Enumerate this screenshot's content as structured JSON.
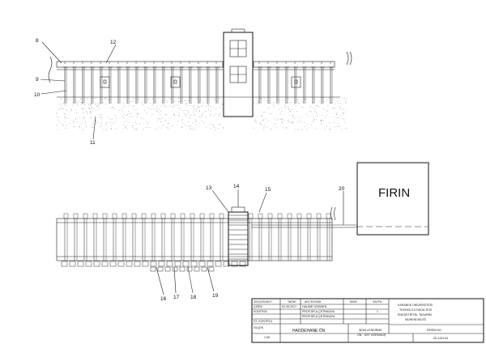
{
  "callouts": {
    "c8": "8",
    "c12": "12",
    "c9": "9",
    "c10": "10",
    "c11": "11",
    "c13": "13",
    "c14": "14",
    "c15": "15",
    "c20": "20",
    "c16": "16",
    "c17": "17",
    "c18": "18",
    "c19": "19"
  },
  "furnace_label": "FIRIN",
  "title_block": {
    "row_labels": [
      "ÇİZEN",
      "KONTROL",
      "ST. KONTROL",
      "ÖLÇEK"
    ],
    "date_header": "20/12/2016/17",
    "col_headers": [
      "TARİH",
      "ADI SOYADI",
      "İMZA"
    ],
    "dates": [
      "02.05.2017"
    ],
    "names": [
      "HALİME GÖKMEN",
      "PROF.DR.A.ÇETİNKAYA",
      "PROF.DR.A.ÇETİNKAYA"
    ],
    "sheet_label": "SAYFA",
    "sheet_value": "1",
    "scale": "1:05",
    "university": [
      "KARABÜK ÜNİVERSİTESİ",
      "TEKNOLOJİ FAKÜLTESİ",
      "ENDÜSTRİYEL TASARIM",
      "MÜHENDİSLİĞİ"
    ],
    "project": "HADDEHANE ÖN",
    "view_title": [
      "ŞEKİLLENDİRME",
      "ÖN - ÜST GÖRÜNÜŞ"
    ],
    "drawing_no_label": "RESİM NO",
    "drawing_no": "2D.1OH-04"
  }
}
